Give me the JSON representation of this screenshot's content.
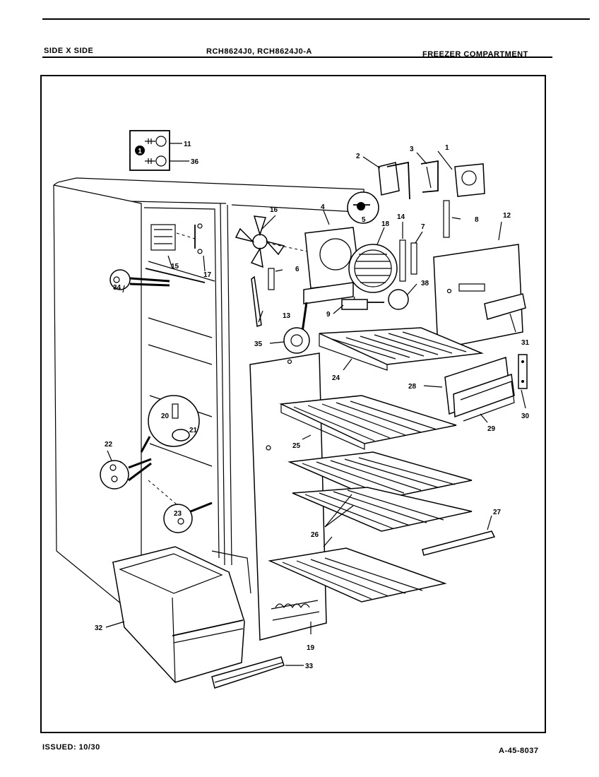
{
  "header": {
    "left": "SIDE X SIDE",
    "middle": "RCH8624J0, RCH8624J0-A",
    "right": "FREEZER COMPARTMENT"
  },
  "footer": {
    "left": "ISSUED: 10/30",
    "right": "A-45-8037"
  },
  "legend_box": {
    "marker": "1",
    "labels": [
      "11",
      "36"
    ]
  },
  "callouts": [
    "1",
    "2",
    "3",
    "4",
    "5",
    "6",
    "7",
    "8",
    "9",
    "12",
    "13",
    "14",
    "15",
    "16",
    "17",
    "18",
    "19",
    "20",
    "21",
    "22",
    "23",
    "24",
    "25",
    "26",
    "27",
    "28",
    "29",
    "30",
    "31",
    "32",
    "33",
    "34",
    "35",
    "38"
  ]
}
